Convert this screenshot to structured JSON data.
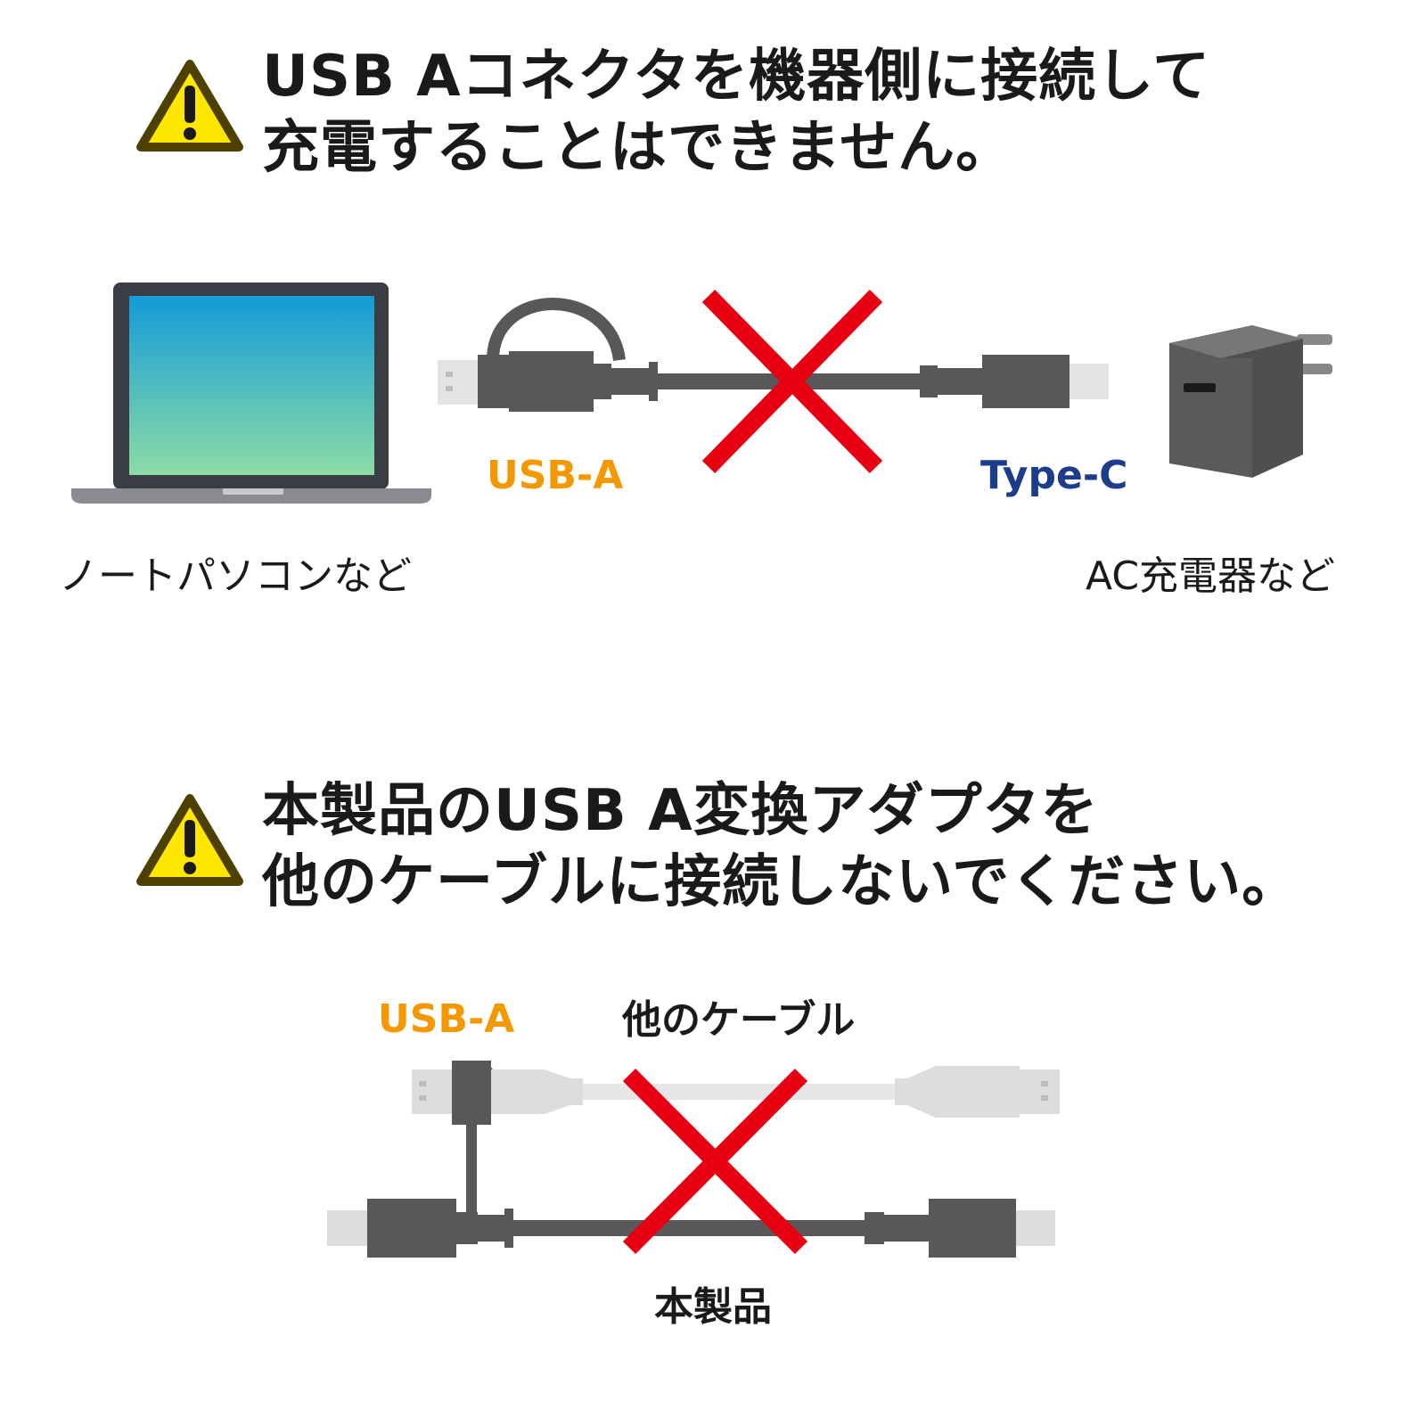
{
  "warning1": {
    "line1": "USB Aコネクタを機器側に接続して",
    "line2": "充電することはできません。"
  },
  "diagram1": {
    "connector_a_label": "USB-A",
    "connector_c_label": "Type-C",
    "laptop_caption": "ノートパソコンなど",
    "charger_caption": "AC充電器など"
  },
  "warning2": {
    "line1": "本製品のUSB A変換アダプタを",
    "line2": "他のケーブルに接続しないでください。"
  },
  "diagram2": {
    "usb_a_label": "USB-A",
    "other_cable_label": "他のケーブル",
    "product_label": "本製品"
  },
  "colors": {
    "usb_a": "#f39800",
    "type_c": "#1d3c8c",
    "cross": "#e60012",
    "warning_fill": "#ffe600",
    "warning_border": "#5a4a00",
    "cable_dark": "#595757",
    "cable_light": "#dcdcdc"
  },
  "icons": [
    "warning-triangle-icon",
    "laptop-icon",
    "ac-charger-icon",
    "x-cross-icon"
  ]
}
